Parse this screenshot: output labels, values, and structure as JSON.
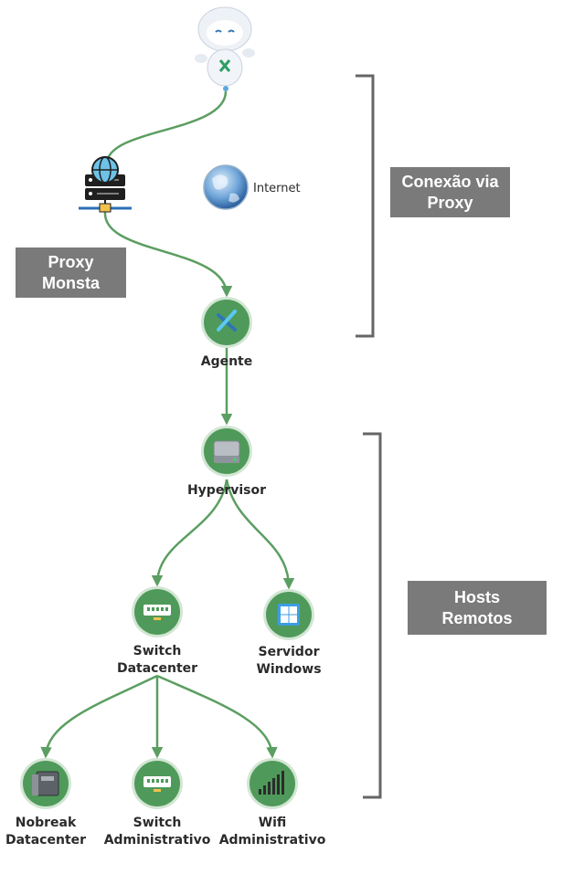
{
  "colors": {
    "edge": "#5b9e61",
    "node_fill": "#4f9a5a",
    "node_ring": "#d3e6d4",
    "bracket": "#666666",
    "label_box": "#7a7a7a"
  },
  "nodes": {
    "mascot": {
      "icon": "robot-mascot-icon"
    },
    "proxy_server": {
      "icon": "server-globe-icon"
    },
    "internet": {
      "label": "Internet",
      "icon": "globe-icon"
    },
    "agent": {
      "label": "Agente",
      "icon": "agent-logo-icon"
    },
    "hypervisor": {
      "label": "Hypervisor",
      "icon": "hard-drive-icon"
    },
    "switch_datacenter": {
      "label_line1": "Switch",
      "label_line2": "Datacenter",
      "icon": "network-switch-icon"
    },
    "servidor_windows": {
      "label_line1": "Servidor",
      "label_line2": "Windows",
      "icon": "windows-logo-icon"
    },
    "nobreak_datacenter": {
      "label_line1": "Nobreak",
      "label_line2": "Datacenter",
      "icon": "ups-icon"
    },
    "switch_administrativo": {
      "label_line1": "Switch",
      "label_line2": "Administrativo",
      "icon": "network-switch-icon"
    },
    "wifi_administrativo": {
      "label_line1": "Wifi",
      "label_line2": "Administrativo",
      "icon": "signal-bars-icon"
    }
  },
  "groups": {
    "proxy_connection": {
      "line1": "Conexão via",
      "line2": "Proxy"
    },
    "proxy_label": {
      "line1": "Proxy",
      "line2": "Monsta"
    },
    "remote_hosts": {
      "line1": "Hosts",
      "line2": "Remotos"
    }
  }
}
